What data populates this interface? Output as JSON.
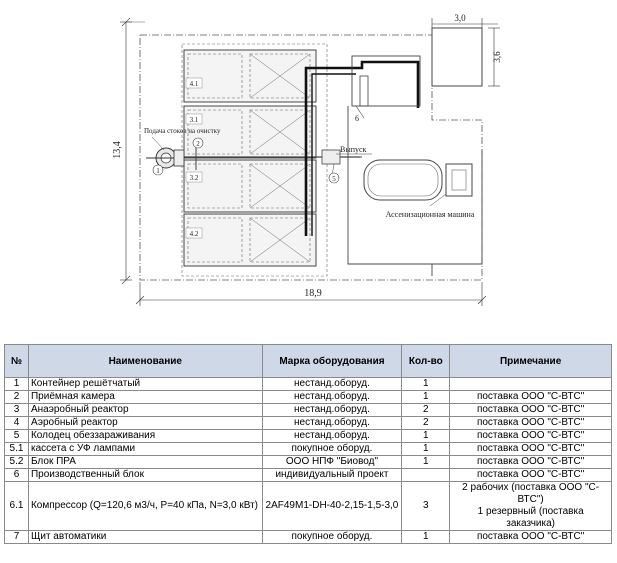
{
  "plan": {
    "dim_width": "18,9",
    "dim_height": "13,4",
    "dim_box_w": "3,0",
    "dim_box_h": "3,6",
    "labels": {
      "inlet": "Подача стоков на очистку",
      "outlet": "Выпуск",
      "truck": "Ассенизационная машина"
    },
    "markers": [
      "1",
      "2",
      "3.1",
      "3.2",
      "4.1",
      "4.2",
      "5",
      "6"
    ]
  },
  "table": {
    "headers": [
      "№",
      "Наименование",
      "Марка оборудования",
      "Кол-во",
      "Примечание"
    ],
    "rows": [
      {
        "no": "1",
        "name": "Контейнер решётчатый",
        "brand": "нестанд.оборуд.",
        "qty": "1",
        "note": ""
      },
      {
        "no": "2",
        "name": "Приёмная камера",
        "brand": "нестанд.оборуд.",
        "qty": "1",
        "note": "поставка ООО \"С-ВТС\""
      },
      {
        "no": "3",
        "name": "Анаэробный реактор",
        "brand": "нестанд.оборуд.",
        "qty": "2",
        "note": "поставка ООО \"С-ВТС\""
      },
      {
        "no": "4",
        "name": "Аэробный реактор",
        "brand": "нестанд.оборуд.",
        "qty": "2",
        "note": "поставка ООО \"С-ВТС\""
      },
      {
        "no": "5",
        "name": "Колодец обеззараживания",
        "brand": "нестанд.оборуд.",
        "qty": "1",
        "note": "поставка ООО \"С-ВТС\""
      },
      {
        "no": "5.1",
        "name": "кассета с УФ лампами",
        "brand": "покупное оборуд.",
        "qty": "1",
        "note": "поставка ООО \"С-ВТС\""
      },
      {
        "no": "5.2",
        "name": "Блок ПРА",
        "brand": "ООО НПФ \"Биовод\"",
        "qty": "1",
        "note": "поставка ООО \"С-ВТС\""
      },
      {
        "no": "6",
        "name": "Производственный блок",
        "brand": "индивидуальный проект",
        "qty": "",
        "note": "поставка ООО \"С-ВТС\""
      },
      {
        "no": "6.1",
        "name": "Компрессор (Q=120,6 м3/ч, P=40 кПа, N=3,0 кВт)",
        "brand": "2AF49M1-DH-40-2,15-1,5-3,0",
        "qty": "3",
        "note": "2 рабочих (поставка ООО \"С-ВТС\")",
        "note2": "1 резервный (поставка заказчика)"
      },
      {
        "no": "7",
        "name": "Щит автоматики",
        "brand": "покупное оборуд.",
        "qty": "1",
        "note": "поставка ООО \"С-ВТС\""
      }
    ]
  }
}
